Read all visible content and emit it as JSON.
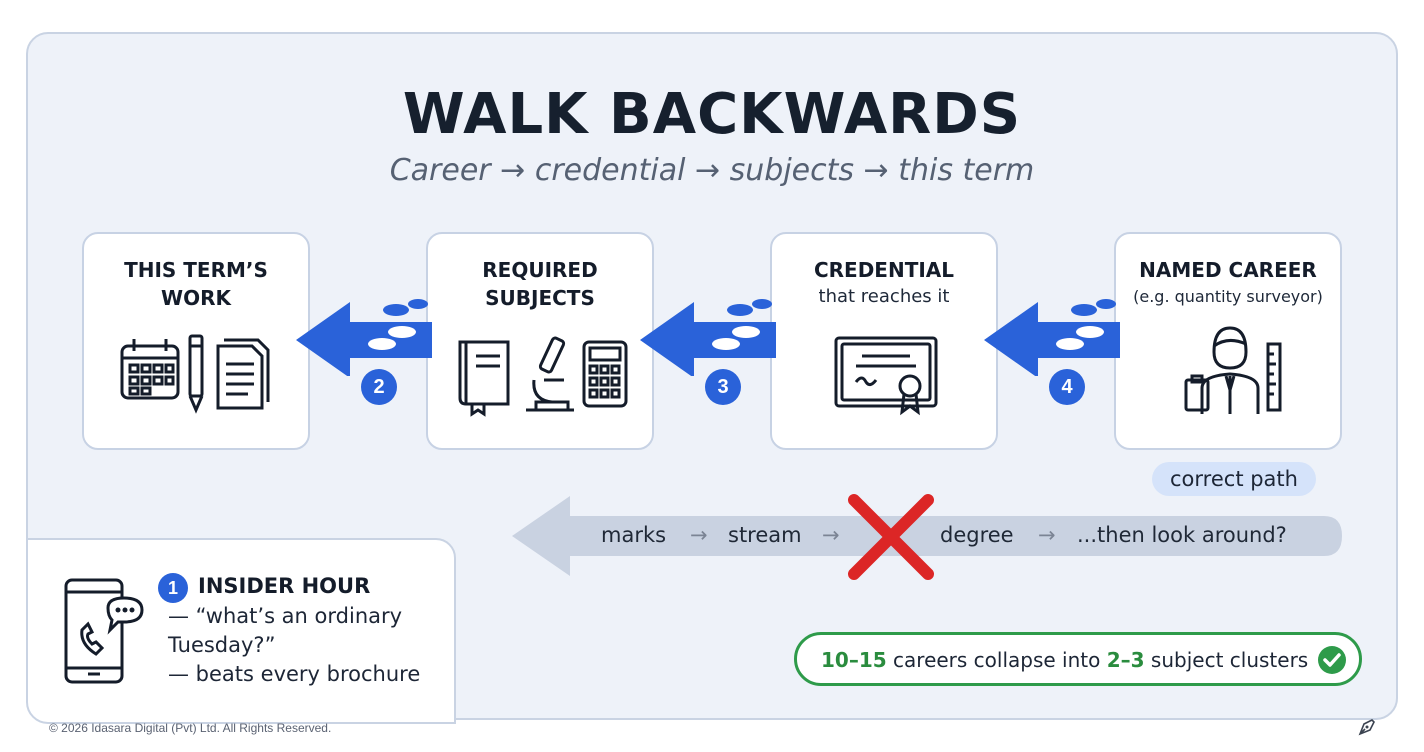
{
  "header": {
    "title": "WALK BACKWARDS",
    "subtitle": "Career → credential → subjects → this term"
  },
  "cards": [
    {
      "title": "THIS TERM’S",
      "title2": "WORK",
      "icons": [
        "calendar-icon",
        "pencil-icon",
        "documents-icon"
      ]
    },
    {
      "title": "REQUIRED",
      "title2": "SUBJECTS",
      "icons": [
        "book-icon",
        "microscope-icon",
        "calculator-icon"
      ]
    },
    {
      "title": "CREDENTIAL",
      "subtitle": "that reaches it",
      "icons": [
        "certificate-icon"
      ]
    },
    {
      "title": "NAMED CAREER",
      "subtitle": "(e.g. quantity surveyor)",
      "icons": [
        "surveyor-icon"
      ]
    }
  ],
  "steps": [
    "2",
    "3",
    "4"
  ],
  "correct_path_label": "correct path",
  "wrong_path": {
    "steps": [
      "marks",
      "stream",
      "degree",
      "...then look around?"
    ],
    "arrow_glyph": "→"
  },
  "insider": {
    "number": "1",
    "title": "INSIDER HOUR",
    "line1": "— “what’s an ordinary Tuesday?”",
    "line2": "— beats every brochure"
  },
  "callout": {
    "a": "10–15",
    "b": " careers collapse into ",
    "c": "2–3",
    "d": " subject clusters"
  },
  "footer": "© 2026 Idasara Digital (Pvt) Ltd. All Rights Reserved.",
  "colors": {
    "accent": "#2a62d9",
    "success": "#2e9b4a",
    "cross": "#dc2626",
    "panel": "#eef2f9"
  }
}
